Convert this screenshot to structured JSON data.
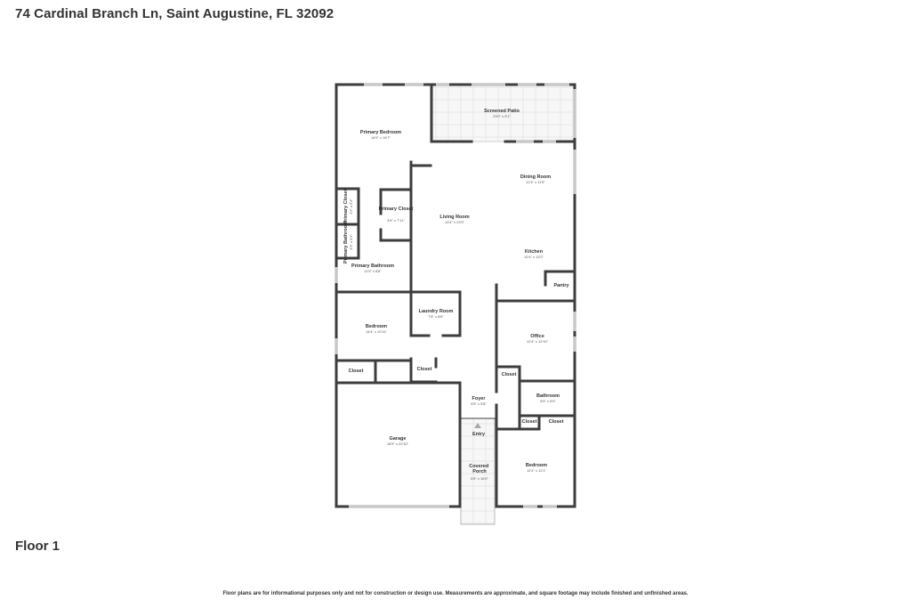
{
  "address": "74 Cardinal Branch Ln, Saint Augustine, FL 32092",
  "floor_label": "Floor 1",
  "disclaimer": "Floor plans are for informational purposes only and not for construction or design use. Measurements are approximate, and square footage may include finished and unfinished areas.",
  "rooms": {
    "screened_patio": {
      "name": "Screened Patio",
      "dims": "23'0\" x 9'1\""
    },
    "primary_bedroom": {
      "name": "Primary Bedroom",
      "dims": "14'9\" x 16'7\""
    },
    "dining_room": {
      "name": "Dining Room",
      "dims": "12'4\" x 11'5\""
    },
    "primary_closet_small": {
      "name": "Primary Closet",
      "dims": "2'2\" x 5'3\""
    },
    "primary_closet": {
      "name": "Primary Closet",
      "dims": "4'6\" x 7'11\""
    },
    "living_room": {
      "name": "Living Room",
      "dims": "13'4\" x 23'9\""
    },
    "primary_bathroom_small": {
      "name": "Primary Bathroom",
      "dims": "3'3\" x 5'3\""
    },
    "kitchen": {
      "name": "Kitchen",
      "dims": "12'4\" x 13'2\""
    },
    "primary_bathroom": {
      "name": "Primary Bathroom",
      "dims": "11'9\" x 8'8\""
    },
    "pantry": {
      "name": "Pantry"
    },
    "laundry_room": {
      "name": "Laundry Room",
      "dims": "7'8\" x 8'6\""
    },
    "bedroom_west": {
      "name": "Bedroom",
      "dims": "14'4\" x 10'11\""
    },
    "office": {
      "name": "Office",
      "dims": "12'4\" x 12'10\""
    },
    "closet_west": {
      "name": "Closet"
    },
    "closet_mid": {
      "name": "Closet"
    },
    "closet_east": {
      "name": "Closet"
    },
    "bathroom": {
      "name": "Bathroom",
      "dims": "8'5\" x 5'0\""
    },
    "foyer": {
      "name": "Foyer",
      "dims": "5'5\" x 5'8\""
    },
    "closet_se1": {
      "name": "Closet"
    },
    "closet_se2": {
      "name": "Closet"
    },
    "entry": {
      "name": "Entry"
    },
    "garage": {
      "name": "Garage",
      "dims": "18'9\" x 22'10\""
    },
    "covered_porch": {
      "name": "Covered Porch",
      "dims": "5'5\" x 16'0\""
    },
    "bedroom_east": {
      "name": "Bedroom",
      "dims": "12'4\" x 12'1\""
    }
  }
}
